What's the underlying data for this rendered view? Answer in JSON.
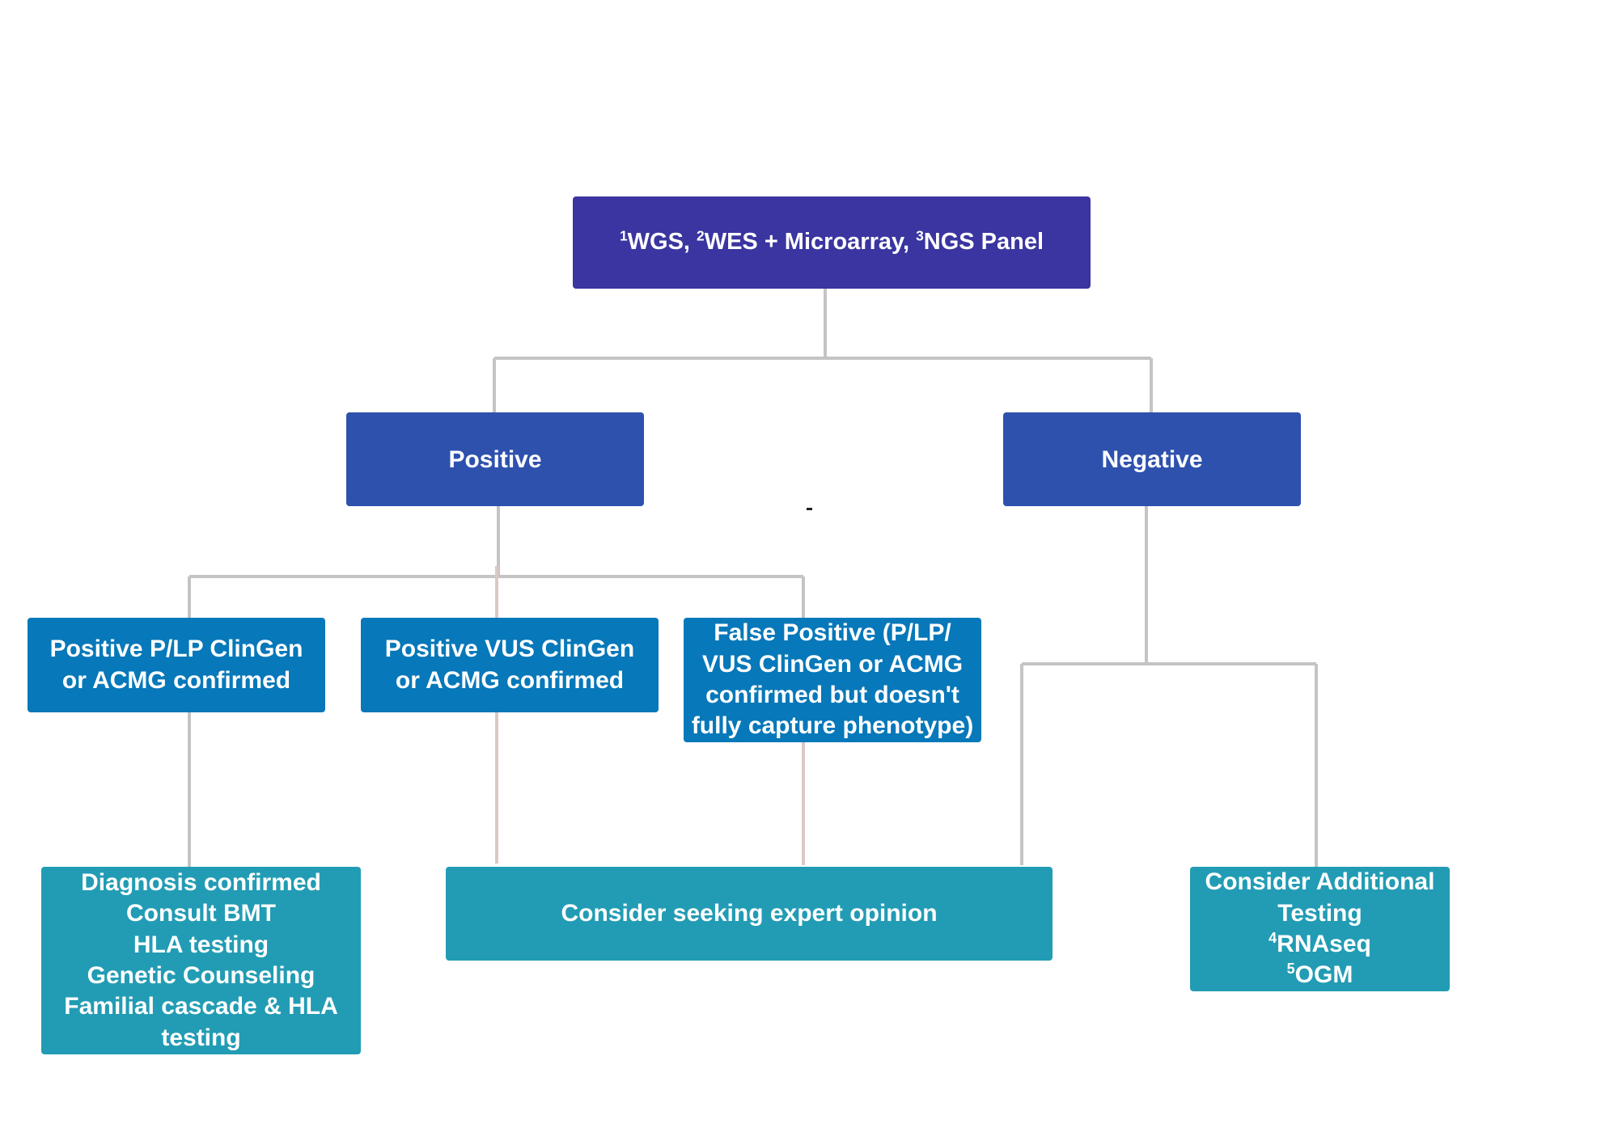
{
  "nodes": {
    "root": {
      "parts": [
        {
          "sup": "1",
          "text": "WGS, "
        },
        {
          "sup": "2",
          "text": "WES + Microarray, "
        },
        {
          "sup": "3",
          "text": "NGS Panel"
        }
      ]
    },
    "positive": {
      "label": "Positive"
    },
    "negative": {
      "label": "Negative"
    },
    "positive_plp": {
      "lines": [
        "Positive P/LP ClinGen",
        "or ACMG confirmed"
      ]
    },
    "positive_vus": {
      "lines": [
        "Positive VUS ClinGen",
        "or ACMG confirmed"
      ]
    },
    "false_positive": {
      "lines": [
        "False Positive (P/LP/",
        "VUS ClinGen or ACMG",
        "confirmed but doesn't",
        "fully capture phenotype)"
      ]
    },
    "diagnosis": {
      "lines": [
        "Diagnosis confirmed",
        "Consult BMT",
        "HLA testing",
        "Genetic Counseling",
        "Familial cascade & HLA",
        "testing"
      ]
    },
    "expert": {
      "label": "Consider seeking expert opinion"
    },
    "additional": {
      "line1": "Consider Additional",
      "line2": "Testing",
      "items": [
        {
          "sup": "4",
          "text": "RNAseq"
        },
        {
          "sup": "5",
          "text": "OGM"
        }
      ]
    }
  },
  "colors": {
    "root": "#3a35a0",
    "level1": "#2e51ad",
    "level2": "#0778b9",
    "level3": "#229cb4",
    "connector_gray": "#c4c4c4",
    "connector_pink": "#dcc8c4"
  }
}
